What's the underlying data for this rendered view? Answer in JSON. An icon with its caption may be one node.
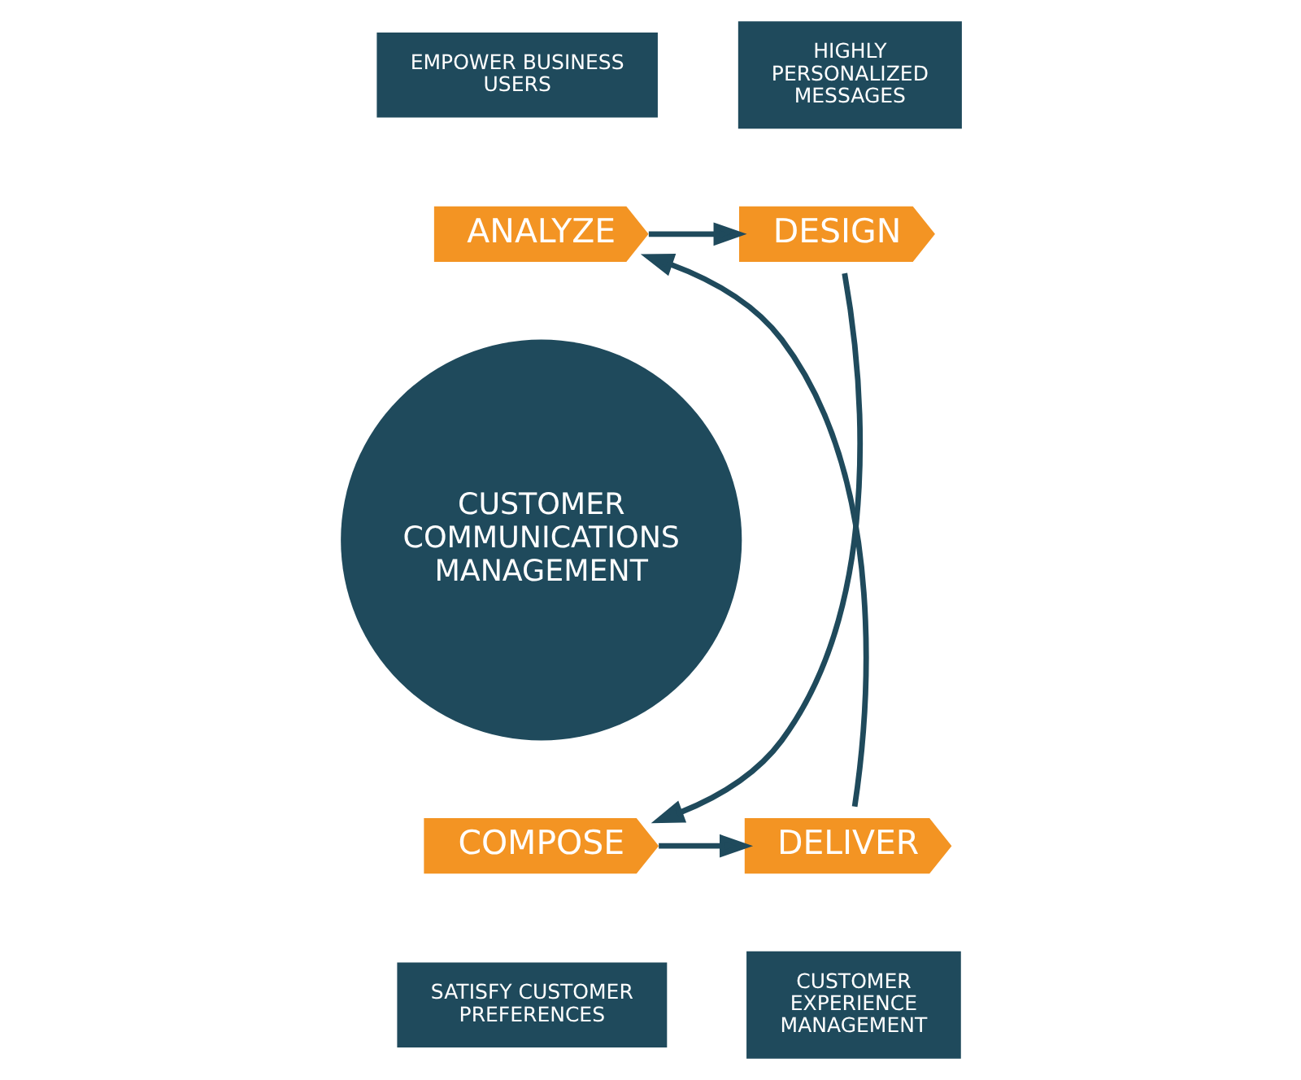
{
  "diagram": {
    "nodes": [
      {
        "text": [
          "EMPOWER BUSINESS USERS"
        ]
      },
      {
        "text": [
          "HIGHLY PERSONALIZED MESSAGES"
        ]
      },
      {
        "text": [
          "ANALYZE"
        ]
      },
      {
        "text": [
          "DESIGN"
        ]
      },
      {
        "text": [
          "CUSTOMER COMMUNICATIONS MANAGEMENT"
        ]
      },
      {
        "text": [
          "DELIVER"
        ]
      },
      {
        "text": [
          "COMPOSE"
        ]
      },
      {
        "text": [
          "CUSTOMER EXPERIENCE MANAGEMENT"
        ]
      },
      {
        "text": [
          "SATISFY CUSTOMER PREFERENCES"
        ]
      }
    ],
    "edges": [
      {
        "from": 2,
        "to": 3,
        "arrow": "to"
      },
      {
        "from": 3,
        "to": 6,
        "arrow": "to"
      },
      {
        "from": 6,
        "to": 5,
        "arrow": "to"
      },
      {
        "from": 5,
        "to": 2,
        "arrow": "to"
      }
    ]
  }
}
